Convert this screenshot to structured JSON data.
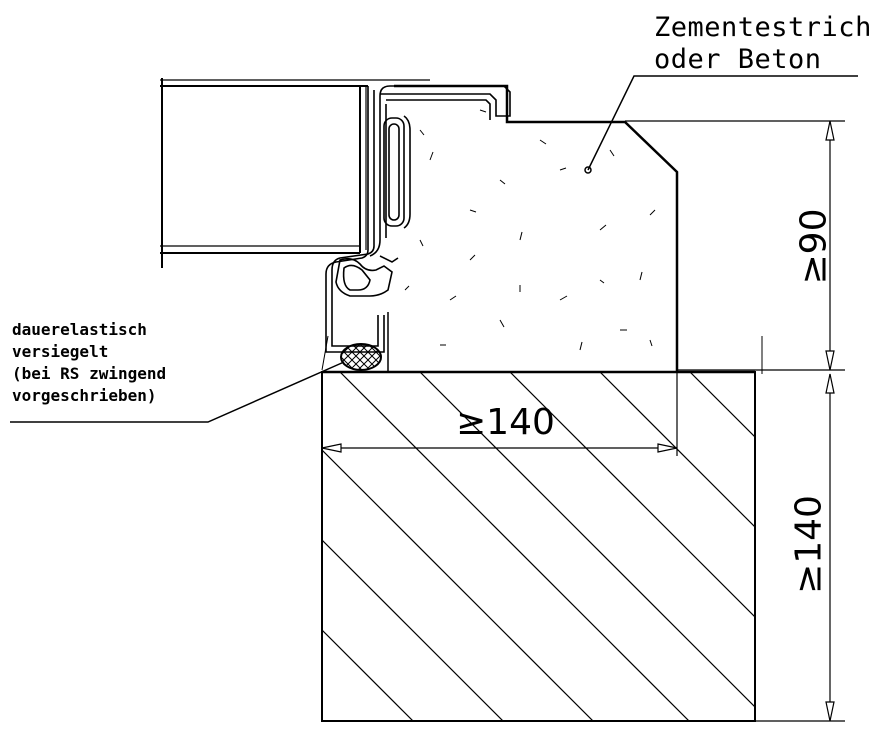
{
  "labels": {
    "material_line1": "Zementestrich",
    "material_line2": "oder Beton",
    "seal_line1": "dauerelastisch",
    "seal_line2": "versiegelt",
    "seal_line3": "(bei RS zwingend",
    "seal_line4": "vorgeschrieben)"
  },
  "dimensions": {
    "screed_height": "≥90",
    "screed_width": "≥140",
    "wall_height": "≥140"
  },
  "colors": {
    "line": "#000000",
    "background": "#ffffff"
  }
}
